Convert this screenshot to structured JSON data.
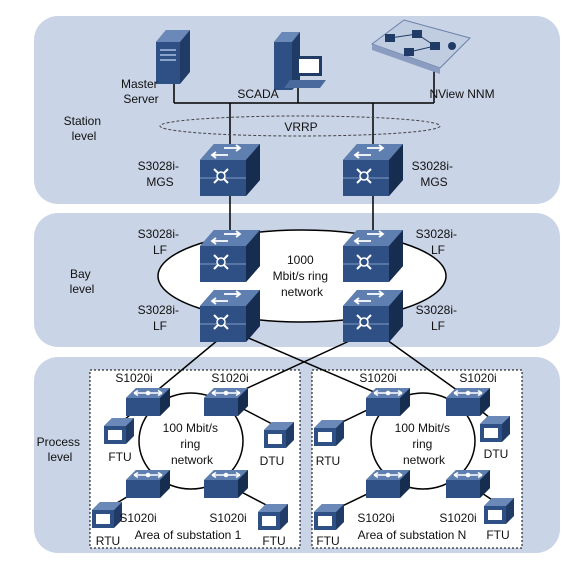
{
  "levels": {
    "station": [
      "Station",
      "level"
    ],
    "bay": [
      "Bay",
      "level"
    ],
    "process": [
      "Process",
      "level"
    ]
  },
  "station": {
    "master_server": [
      "Master",
      "Server"
    ],
    "scada": "SCADA",
    "nview": "NView NNM",
    "vrrp": "VRRP",
    "mgs_left": [
      "S3028i-",
      "MGS"
    ],
    "mgs_right": [
      "S3028i-",
      "MGS"
    ]
  },
  "bay": {
    "lf_top_left": [
      "S3028i-",
      "LF"
    ],
    "lf_top_right": [
      "S3028i-",
      "LF"
    ],
    "lf_bottom_left": [
      "S3028i-",
      "LF"
    ],
    "lf_bottom_right": [
      "S3028i-",
      "LF"
    ],
    "ring": [
      "1000",
      "Mbit/s ring",
      "network"
    ]
  },
  "process": {
    "left": {
      "sw_tl": "S1020i",
      "sw_tr": "S1020i",
      "sw_bl": "S1020i",
      "sw_br": "S1020i",
      "ring": [
        "100 Mbit/s",
        "ring",
        "network"
      ],
      "ftu_top": "FTU",
      "dtu": "DTU",
      "rtu_bottom": "RTU",
      "ftu_bottom": "FTU",
      "area": "Area of substation 1"
    },
    "right": {
      "sw_tl": "S1020i",
      "sw_tr": "S1020i",
      "sw_bl": "S1020i",
      "sw_br": "S1020i",
      "ring": [
        "100 Mbit/s",
        "ring",
        "network"
      ],
      "rtu_top": "RTU",
      "dtu": "DTU",
      "ftu_bottom_left": "FTU",
      "ftu_bottom_right": "FTU",
      "area": "Area of substation N"
    }
  },
  "colors": {
    "panel": "#c9d4e6",
    "switch_top": "#3b5b8c",
    "switch_side": "#1f3b66",
    "device": "#2d4f86",
    "line": "#000000"
  },
  "icons": [
    "server-icon",
    "scada-workstation-icon",
    "nms-network-icon",
    "layer3-switch-icon",
    "terminal-unit-icon"
  ]
}
